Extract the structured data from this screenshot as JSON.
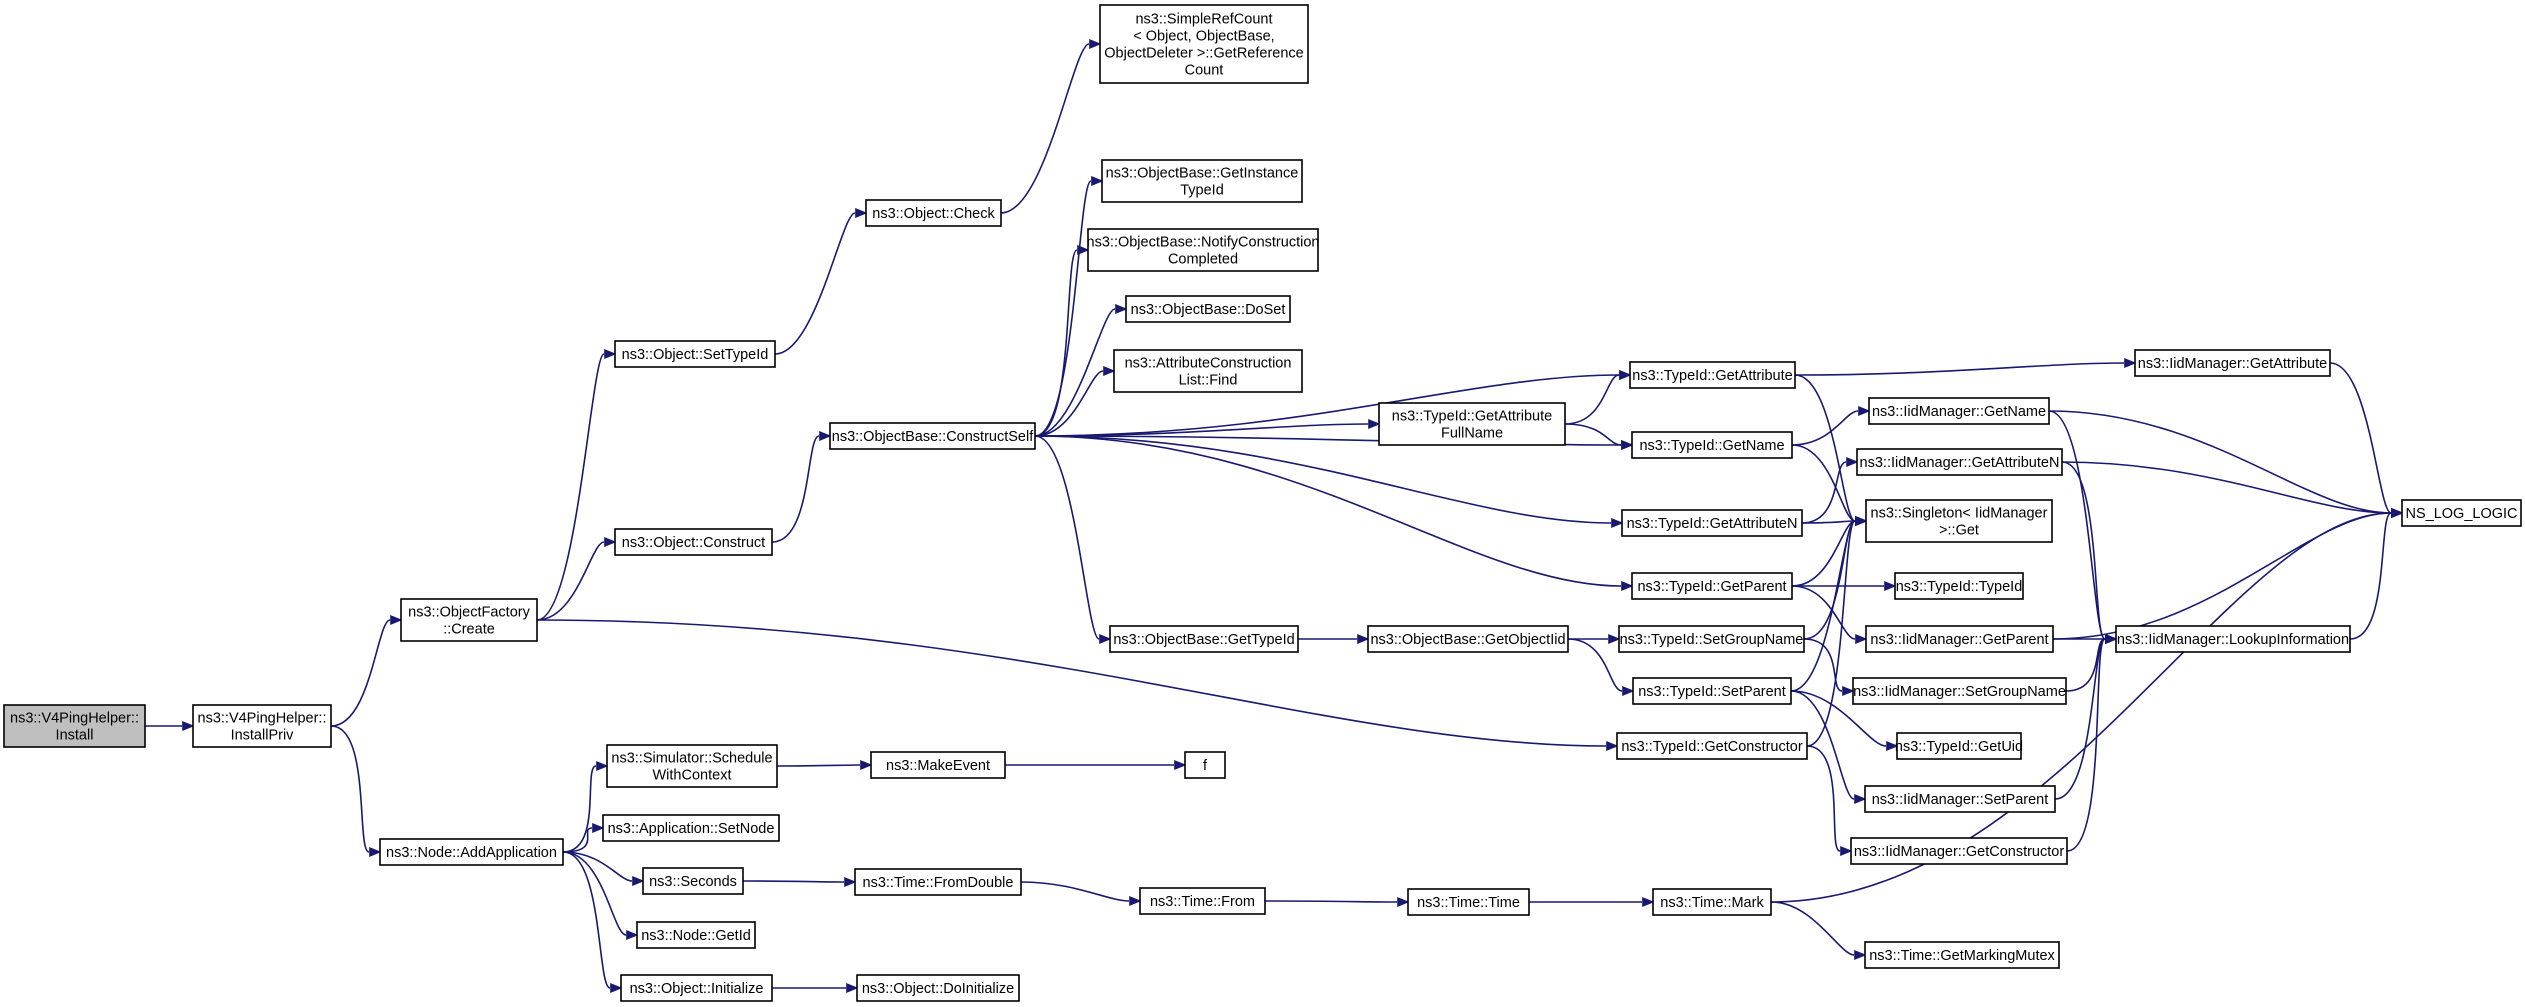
{
  "colors": {
    "edge": "#191970",
    "root_fill": "#bfbfbf",
    "node_fill": "#ffffff",
    "node_border": "#000000"
  },
  "nodes": [
    {
      "id": "install",
      "lines": [
        "ns3::V4PingHelper::",
        "Install"
      ],
      "root": true
    },
    {
      "id": "installpriv",
      "lines": [
        "ns3::V4PingHelper::",
        "InstallPriv"
      ]
    },
    {
      "id": "factory_create",
      "lines": [
        "ns3::ObjectFactory",
        "::Create"
      ]
    },
    {
      "id": "addapp",
      "lines": [
        "ns3::Node::AddApplication"
      ]
    },
    {
      "id": "settypeid",
      "lines": [
        "ns3::Object::SetTypeId"
      ]
    },
    {
      "id": "construct",
      "lines": [
        "ns3::Object::Construct"
      ]
    },
    {
      "id": "check",
      "lines": [
        "ns3::Object::Check"
      ]
    },
    {
      "id": "refcount",
      "lines": [
        "ns3::SimpleRefCount",
        "< Object, ObjectBase,",
        "ObjectDeleter >::GetReference",
        "Count"
      ]
    },
    {
      "id": "constructself",
      "lines": [
        "ns3::ObjectBase::ConstructSelf"
      ]
    },
    {
      "id": "getinstancetypeid",
      "lines": [
        "ns3::ObjectBase::GetInstance",
        "TypeId"
      ]
    },
    {
      "id": "notifyconstruction",
      "lines": [
        "ns3::ObjectBase::NotifyConstruction",
        "Completed"
      ]
    },
    {
      "id": "doset",
      "lines": [
        "ns3::ObjectBase::DoSet"
      ]
    },
    {
      "id": "attrfind",
      "lines": [
        "ns3::AttributeConstruction",
        "List::Find"
      ]
    },
    {
      "id": "gettypeid",
      "lines": [
        "ns3::ObjectBase::GetTypeId"
      ]
    },
    {
      "id": "schedule",
      "lines": [
        "ns3::Simulator::Schedule",
        "WithContext"
      ]
    },
    {
      "id": "setnode",
      "lines": [
        "ns3::Application::SetNode"
      ]
    },
    {
      "id": "seconds",
      "lines": [
        "ns3::Seconds"
      ]
    },
    {
      "id": "getid",
      "lines": [
        "ns3::Node::GetId"
      ]
    },
    {
      "id": "initialize",
      "lines": [
        "ns3::Object::Initialize"
      ]
    },
    {
      "id": "makeevent",
      "lines": [
        "ns3::MakeEvent"
      ]
    },
    {
      "id": "f",
      "lines": [
        "f"
      ]
    },
    {
      "id": "fromdouble",
      "lines": [
        "ns3::Time::FromDouble"
      ]
    },
    {
      "id": "doinitialize",
      "lines": [
        "ns3::Object::DoInitialize"
      ]
    },
    {
      "id": "from",
      "lines": [
        "ns3::Time::From"
      ]
    },
    {
      "id": "time",
      "lines": [
        "ns3::Time::Time"
      ]
    },
    {
      "id": "mark",
      "lines": [
        "ns3::Time::Mark"
      ]
    },
    {
      "id": "getmarkingmutex",
      "lines": [
        "ns3::Time::GetMarkingMutex"
      ]
    },
    {
      "id": "getattrfullname",
      "lines": [
        "ns3::TypeId::GetAttribute",
        "FullName"
      ]
    },
    {
      "id": "getobjectiid",
      "lines": [
        "ns3::ObjectBase::GetObjectIid"
      ]
    },
    {
      "id": "t_getattribute",
      "lines": [
        "ns3::TypeId::GetAttribute"
      ]
    },
    {
      "id": "t_getname",
      "lines": [
        "ns3::TypeId::GetName"
      ]
    },
    {
      "id": "t_getattributen",
      "lines": [
        "ns3::TypeId::GetAttributeN"
      ]
    },
    {
      "id": "t_getparent",
      "lines": [
        "ns3::TypeId::GetParent"
      ]
    },
    {
      "id": "t_setgroupname",
      "lines": [
        "ns3::TypeId::SetGroupName"
      ]
    },
    {
      "id": "t_setparent",
      "lines": [
        "ns3::TypeId::SetParent"
      ]
    },
    {
      "id": "t_getconstructor",
      "lines": [
        "ns3::TypeId::GetConstructor"
      ]
    },
    {
      "id": "singleton",
      "lines": [
        "ns3::Singleton< IidManager",
        ">::Get"
      ]
    },
    {
      "id": "t_typeid",
      "lines": [
        "ns3::TypeId::TypeId"
      ]
    },
    {
      "id": "t_getuid",
      "lines": [
        "ns3::TypeId::GetUid"
      ]
    },
    {
      "id": "i_getname",
      "lines": [
        "ns3::IidManager::GetName"
      ]
    },
    {
      "id": "i_getattributen",
      "lines": [
        "ns3::IidManager::GetAttributeN"
      ]
    },
    {
      "id": "i_getattribute",
      "lines": [
        "ns3::IidManager::GetAttribute"
      ]
    },
    {
      "id": "i_getparent",
      "lines": [
        "ns3::IidManager::GetParent"
      ]
    },
    {
      "id": "i_setgroupname",
      "lines": [
        "ns3::IidManager::SetGroupName"
      ]
    },
    {
      "id": "i_setparent",
      "lines": [
        "ns3::IidManager::SetParent"
      ]
    },
    {
      "id": "i_getconstructor",
      "lines": [
        "ns3::IidManager::GetConstructor"
      ]
    },
    {
      "id": "lookup",
      "lines": [
        "ns3::IidManager::LookupInformation"
      ]
    },
    {
      "id": "nslog",
      "lines": [
        "NS_LOG_LOGIC"
      ]
    }
  ],
  "edges": [
    [
      "install",
      "installpriv"
    ],
    [
      "installpriv",
      "factory_create"
    ],
    [
      "installpriv",
      "addapp"
    ],
    [
      "factory_create",
      "settypeid"
    ],
    [
      "factory_create",
      "construct"
    ],
    [
      "factory_create",
      "t_getconstructor"
    ],
    [
      "settypeid",
      "check"
    ],
    [
      "check",
      "refcount"
    ],
    [
      "construct",
      "constructself"
    ],
    [
      "constructself",
      "getinstancetypeid"
    ],
    [
      "constructself",
      "notifyconstruction"
    ],
    [
      "constructself",
      "doset"
    ],
    [
      "constructself",
      "attrfind"
    ],
    [
      "constructself",
      "t_getattribute"
    ],
    [
      "constructself",
      "getattrfullname"
    ],
    [
      "constructself",
      "t_getname"
    ],
    [
      "constructself",
      "t_getattributen"
    ],
    [
      "constructself",
      "t_getparent"
    ],
    [
      "constructself",
      "gettypeid"
    ],
    [
      "gettypeid",
      "getobjectiid"
    ],
    [
      "getobjectiid",
      "t_setgroupname"
    ],
    [
      "getobjectiid",
      "t_setparent"
    ],
    [
      "getattrfullname",
      "t_getattribute"
    ],
    [
      "getattrfullname",
      "t_getname"
    ],
    [
      "t_getattribute",
      "i_getattribute"
    ],
    [
      "t_getattribute",
      "singleton"
    ],
    [
      "t_getname",
      "i_getname"
    ],
    [
      "t_getname",
      "singleton"
    ],
    [
      "t_getattributen",
      "i_getattributen"
    ],
    [
      "t_getattributen",
      "singleton"
    ],
    [
      "t_getparent",
      "singleton"
    ],
    [
      "t_getparent",
      "t_typeid"
    ],
    [
      "t_getparent",
      "i_getparent"
    ],
    [
      "t_setgroupname",
      "singleton"
    ],
    [
      "t_setgroupname",
      "i_setgroupname"
    ],
    [
      "t_setparent",
      "singleton"
    ],
    [
      "t_setparent",
      "t_getuid"
    ],
    [
      "t_setparent",
      "i_setparent"
    ],
    [
      "t_getconstructor",
      "singleton"
    ],
    [
      "t_getconstructor",
      "i_getconstructor"
    ],
    [
      "i_getattribute",
      "nslog"
    ],
    [
      "i_getname",
      "nslog"
    ],
    [
      "i_getname",
      "lookup"
    ],
    [
      "i_getattributen",
      "nslog"
    ],
    [
      "i_getattributen",
      "lookup"
    ],
    [
      "i_getparent",
      "nslog"
    ],
    [
      "i_getparent",
      "lookup"
    ],
    [
      "i_setgroupname",
      "lookup"
    ],
    [
      "i_setparent",
      "lookup"
    ],
    [
      "i_getconstructor",
      "lookup"
    ],
    [
      "lookup",
      "nslog"
    ],
    [
      "addapp",
      "schedule"
    ],
    [
      "addapp",
      "setnode"
    ],
    [
      "addapp",
      "seconds"
    ],
    [
      "addapp",
      "getid"
    ],
    [
      "addapp",
      "initialize"
    ],
    [
      "schedule",
      "makeevent"
    ],
    [
      "makeevent",
      "f"
    ],
    [
      "seconds",
      "fromdouble"
    ],
    [
      "fromdouble",
      "from"
    ],
    [
      "from",
      "time"
    ],
    [
      "time",
      "mark"
    ],
    [
      "mark",
      "getmarkingmutex"
    ],
    [
      "mark",
      "nslog"
    ],
    [
      "initialize",
      "doinitialize"
    ]
  ]
}
